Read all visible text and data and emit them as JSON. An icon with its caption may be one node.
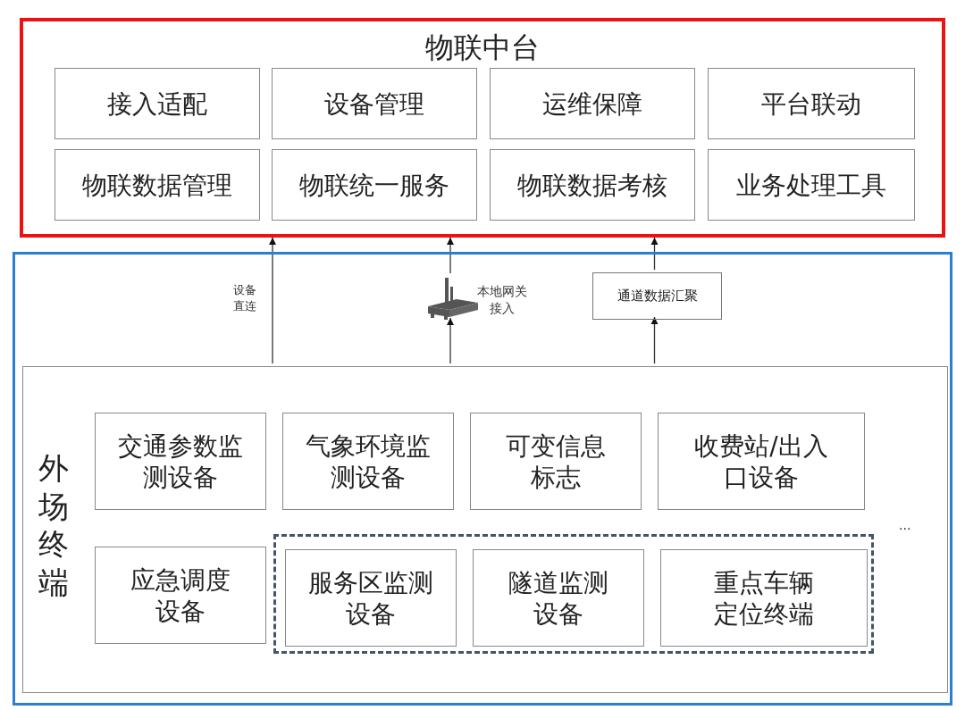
{
  "diagram": {
    "nodes": [
      {
        "text": [
          "物联中台"
        ]
      },
      {
        "text": [
          "接入适配"
        ],
        "in": 0
      },
      {
        "text": [
          "设备管理"
        ],
        "in": 0
      },
      {
        "text": [
          "运维保障"
        ],
        "in": 0
      },
      {
        "text": [
          "平台联动"
        ],
        "in": 0
      },
      {
        "text": [
          "物联数据管理"
        ],
        "in": 0
      },
      {
        "text": [
          "物联统一服务"
        ],
        "in": 0
      },
      {
        "text": [
          "物联数据考核"
        ],
        "in": 0
      },
      {
        "text": [
          "业务处理工具"
        ],
        "in": 0
      },
      {
        "text": [],
        "shape": "box"
      },
      {
        "text": [],
        "shape": "picture",
        "in": 9,
        "beside": [
          "本地网关接入"
        ]
      },
      {
        "text": [
          "通道数据汇聚"
        ],
        "in": 9
      },
      {
        "text": [
          "外场终端"
        ],
        "in": 9
      },
      {
        "text": [
          "交通参数监测设备"
        ],
        "in": 12
      },
      {
        "text": [
          "气象环境监测设备"
        ],
        "in": 12
      },
      {
        "text": [
          "可变信息标志"
        ],
        "in": 12
      },
      {
        "text": [
          "收费站/出入口设备"
        ],
        "in": 12
      },
      {
        "text": [
          "应急调度设备"
        ],
        "in": 12
      },
      {
        "text": [],
        "shape": "box",
        "in": 12
      },
      {
        "text": [
          "服务区监测设备"
        ],
        "in": 18
      },
      {
        "text": [
          "隧道监测设备"
        ],
        "in": 18
      },
      {
        "text": [
          "重点车辆定位终端"
        ],
        "in": 18
      }
    ],
    "edges": [
      {
        "from": 12,
        "to": 0,
        "arrow": "to",
        "label": "设备直连"
      },
      {
        "from": 12,
        "to": 10,
        "arrow": "to"
      },
      {
        "from": 10,
        "to": 0,
        "arrow": "to"
      },
      {
        "from": 12,
        "to": 11,
        "arrow": "to"
      },
      {
        "from": 11,
        "to": 0,
        "arrow": "to"
      }
    ],
    "labels": [
      "..."
    ]
  }
}
